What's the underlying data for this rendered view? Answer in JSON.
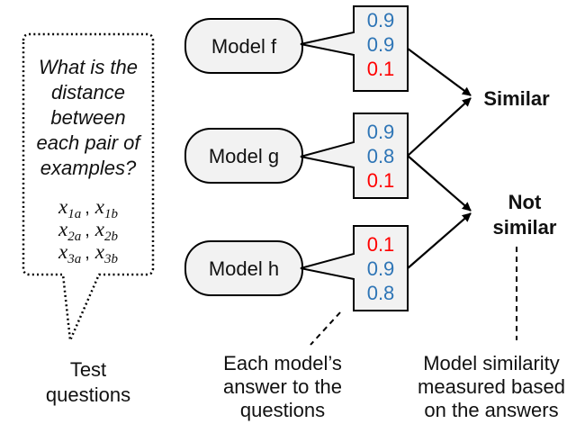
{
  "question_bubble": {
    "lines": [
      "What is the",
      "distance",
      "between",
      "each pair of",
      "examples?"
    ],
    "pairs": [
      {
        "a": "x",
        "a_sub": "1a",
        "sep": ",",
        "b": "x",
        "b_sub": "1b"
      },
      {
        "a": "x",
        "a_sub": "2a",
        "sep": ",",
        "b": "x",
        "b_sub": "2b"
      },
      {
        "a": "x",
        "a_sub": "3a",
        "sep": ",",
        "b": "x",
        "b_sub": "3b"
      }
    ],
    "caption": [
      "Test",
      "questions"
    ]
  },
  "models": [
    {
      "label": "Model f",
      "answers": [
        {
          "value": "0.9",
          "color": "#2e75b6"
        },
        {
          "value": "0.9",
          "color": "#2e75b6"
        },
        {
          "value": "0.1",
          "color": "#ff0000"
        }
      ]
    },
    {
      "label": "Model g",
      "answers": [
        {
          "value": "0.9",
          "color": "#2e75b6"
        },
        {
          "value": "0.8",
          "color": "#2e75b6"
        },
        {
          "value": "0.1",
          "color": "#ff0000"
        }
      ]
    },
    {
      "label": "Model h",
      "answers": [
        {
          "value": "0.1",
          "color": "#ff0000"
        },
        {
          "value": "0.9",
          "color": "#2e75b6"
        },
        {
          "value": "0.8",
          "color": "#2e75b6"
        }
      ]
    }
  ],
  "results": {
    "similar": {
      "text": "Similar",
      "color": "#2e75b6"
    },
    "not_similar": {
      "lines": [
        "Not",
        "similar"
      ],
      "color": "#ff0000"
    }
  },
  "captions": {
    "answers": [
      "Each model’s",
      "answer to the",
      "questions"
    ],
    "similarity": [
      "Model similarity",
      "measured based",
      "on the answers"
    ]
  },
  "colors": {
    "model_fill": "#f2f2f2",
    "score_fill": "#f2f2f2",
    "blue": "#2e75b6",
    "red": "#ff0000"
  }
}
